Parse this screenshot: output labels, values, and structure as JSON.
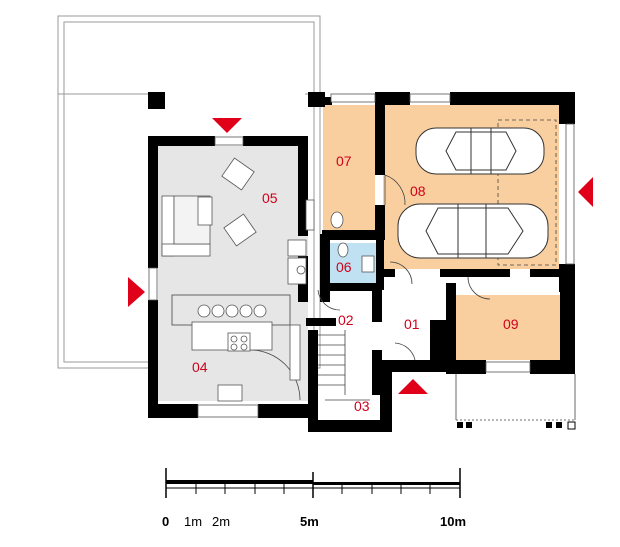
{
  "colors": {
    "wall": "#000000",
    "living_floor": "#e6e6e6",
    "garage_floor": "#f9cfa0",
    "bath_floor": "#bfe1f2",
    "entrance_marker": "#e1001a",
    "room_label": "#d0021b",
    "terrace_outline": "#9a9a9a"
  },
  "rooms": [
    {
      "id": "05",
      "label": "05"
    },
    {
      "id": "04",
      "label": "04"
    },
    {
      "id": "07",
      "label": "07"
    },
    {
      "id": "08",
      "label": "08"
    },
    {
      "id": "06",
      "label": "06"
    },
    {
      "id": "02",
      "label": "02"
    },
    {
      "id": "01",
      "label": "01"
    },
    {
      "id": "09",
      "label": "09"
    },
    {
      "id": "03",
      "label": "03"
    }
  ],
  "scale_bar": {
    "labels": [
      "0",
      "1m",
      "2m",
      "5m",
      "10m"
    ]
  },
  "icons": [
    "entrance-arrow-icon",
    "car-icon",
    "armchair-icon",
    "sofa-icon",
    "stove-icon",
    "toilet-icon",
    "sink-icon"
  ]
}
